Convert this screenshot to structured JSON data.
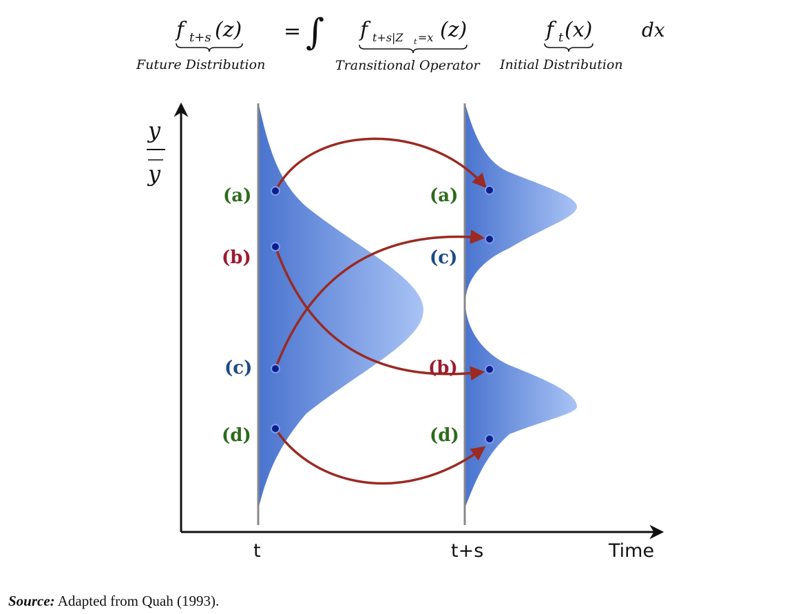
{
  "equation": {
    "lhs": "f",
    "lhs_sub": "t+s",
    "lhs_arg": "(z)",
    "equals": "=",
    "integral": "∫",
    "op": "f",
    "op_sub": "t+s|Z",
    "op_sub2": "t",
    "op_sub3": "=x",
    "op_arg": "(z)",
    "init": "f",
    "init_sub": "t",
    "init_arg": "(x)",
    "dx": "dx",
    "labels": {
      "future": "Future Distribution",
      "transitional": "Transitional Operator",
      "initial": "Initial Distribution"
    }
  },
  "axes": {
    "y_num": "y",
    "y_den": "y",
    "x_tick_t": "t",
    "x_tick_ts": "t+s",
    "x_label": "Time"
  },
  "left_points": [
    {
      "label": "(a)",
      "color": "#2e6b1e"
    },
    {
      "label": "(b)",
      "color": "#9c1c2e"
    },
    {
      "label": "(c)",
      "color": "#1b4a86"
    },
    {
      "label": "(d)",
      "color": "#2e6b1e"
    }
  ],
  "right_points": [
    {
      "label": "(a)",
      "color": "#2e6b1e"
    },
    {
      "label": "(c)",
      "color": "#1b4a86"
    },
    {
      "label": "(b)",
      "color": "#9c1c2e"
    },
    {
      "label": "(d)",
      "color": "#2e6b1e"
    }
  ],
  "colors": {
    "arrow": "#9a2a22",
    "dot": "#0b1f8c",
    "dist_dark": "#4a74cf",
    "dist_light": "#a9c3f5"
  },
  "source": {
    "prefix": "Source:",
    "text": " Adapted from Quah (1993)."
  }
}
